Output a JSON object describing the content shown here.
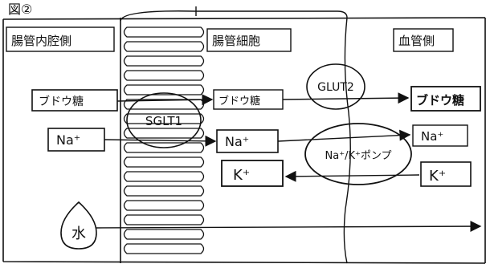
{
  "figure_label": "図②",
  "regions": {
    "lumen": "腸管内腔側",
    "cell": "腸管細胞",
    "blood": "血管側"
  },
  "transporters": {
    "sglt1": "SGLT1",
    "glut2": "GLUT2",
    "pump": "Na⁺/K⁺ポンプ"
  },
  "molecules": {
    "glucose_lumen": "ブドウ糖",
    "glucose_cell": "ブドウ糖",
    "glucose_blood": "ブドウ糖",
    "na_lumen": "Na⁺",
    "na_cell": "Na⁺",
    "na_blood": "Na⁺",
    "k_cell": "K⁺",
    "k_blood": "K⁺",
    "water": "水"
  }
}
